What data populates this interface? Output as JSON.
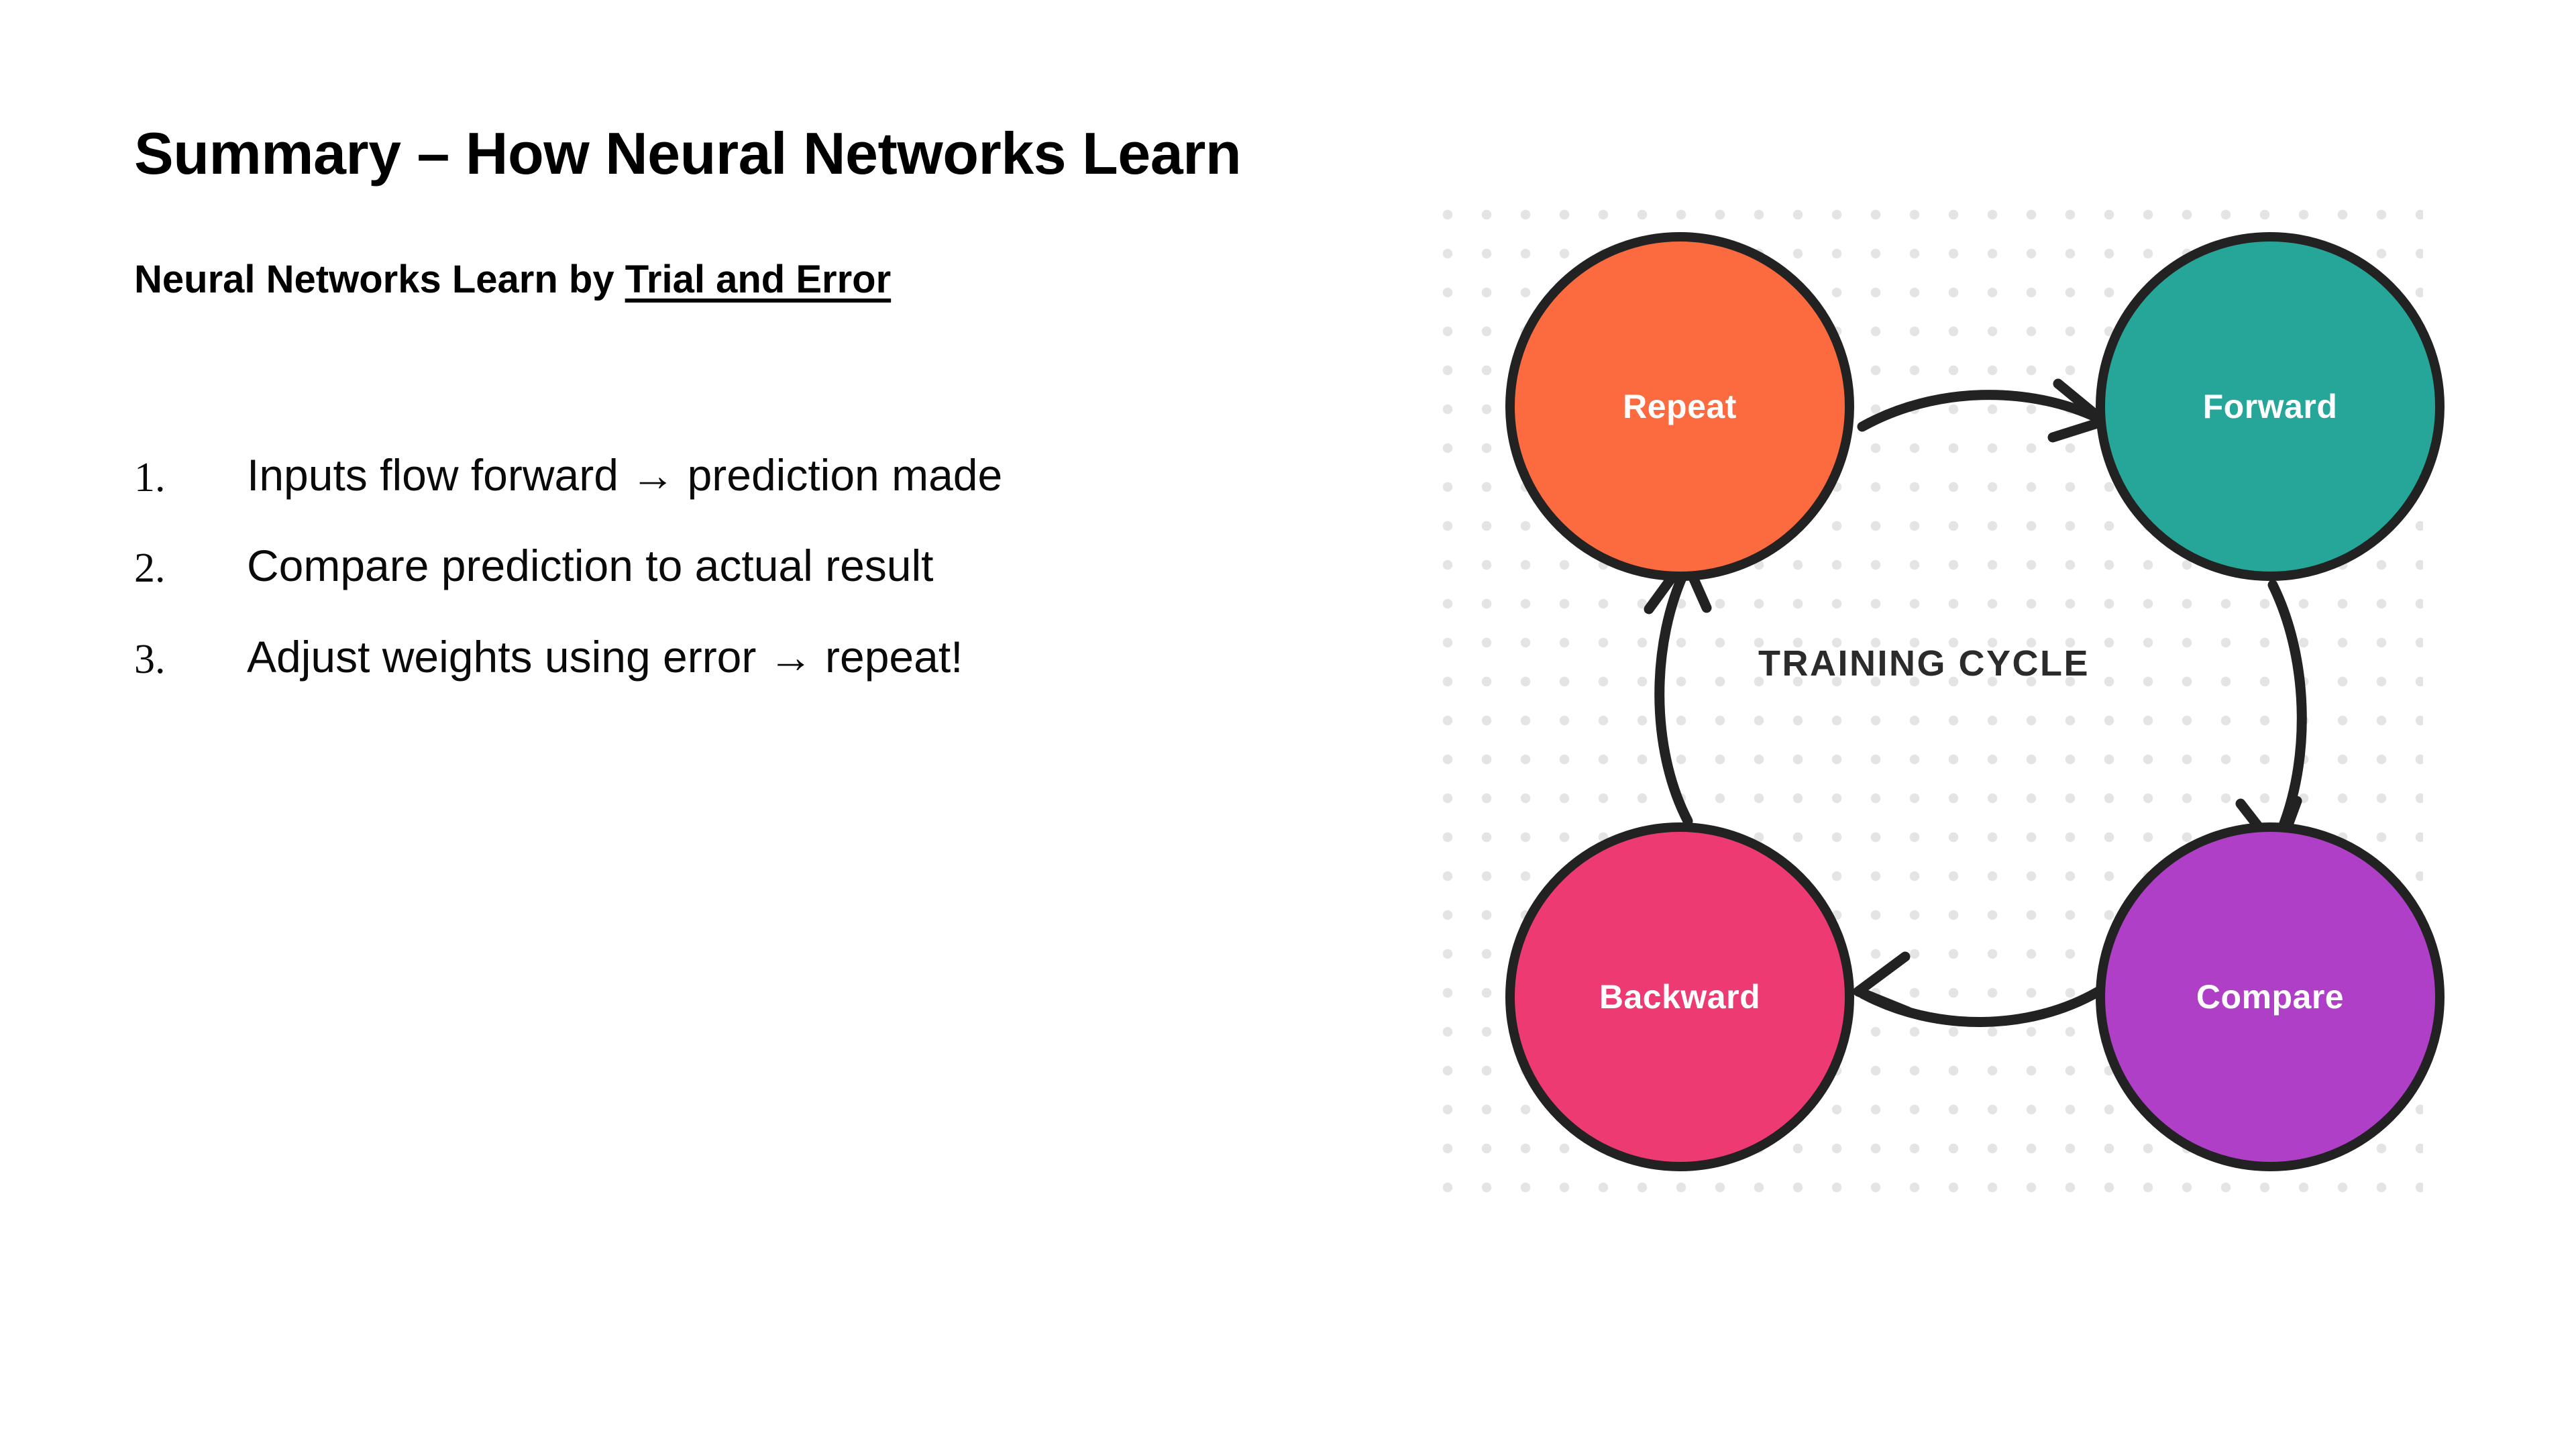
{
  "slide": {
    "title": "Summary – How Neural Networks Learn",
    "subtitle_prefix": "Neural Networks Learn by ",
    "subtitle_emphasis": "Trial and Error"
  },
  "steps": [
    {
      "number": "1.",
      "text": "Inputs flow forward → prediction made"
    },
    {
      "number": "2.",
      "text": "Compare prediction to actual result"
    },
    {
      "number": "3.",
      "text": "Adjust weights using error → repeat!"
    }
  ],
  "diagram": {
    "center_label": "TRAINING CYCLE",
    "nodes": [
      {
        "id": "repeat",
        "label": "Repeat",
        "color": "#FB6B3F"
      },
      {
        "id": "forward",
        "label": "Forward",
        "color": "#26A699"
      },
      {
        "id": "compare",
        "label": "Compare",
        "color": "#AE3FC6"
      },
      {
        "id": "backward",
        "label": "Backward",
        "color": "#EE3A72"
      }
    ],
    "arrows": [
      {
        "from": "Repeat",
        "to": "Forward"
      },
      {
        "from": "Forward",
        "to": "Compare"
      },
      {
        "from": "Compare",
        "to": "Backward"
      },
      {
        "from": "Backward",
        "to": "Repeat"
      }
    ],
    "stroke_color": "#222222",
    "dot_color": "#e4e4e4",
    "background": "#ffffff"
  }
}
